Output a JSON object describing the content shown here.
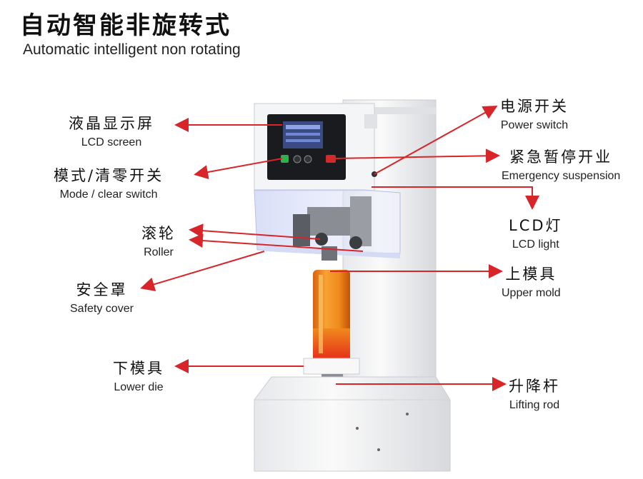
{
  "header": {
    "title_cn": "自动智能非旋转式",
    "title_en": "Automatic intelligent non rotating"
  },
  "labels": {
    "lcd_screen": {
      "cn": "液晶显示屏",
      "en": "LCD screen"
    },
    "mode_clear": {
      "cn": "模式/清零开关",
      "en": "Mode / clear switch"
    },
    "roller": {
      "cn": "滚轮",
      "en": "Roller"
    },
    "safety_cover": {
      "cn": "安全罩",
      "en": "Safety cover"
    },
    "lower_die": {
      "cn": "下模具",
      "en": "Lower die"
    },
    "power_switch": {
      "cn": "电源开关",
      "en": "Power switch"
    },
    "emergency": {
      "cn": "紧急暂停开业",
      "en": "Emergency suspension"
    },
    "lcd_light": {
      "cn": "LCD灯",
      "en": "LCD light"
    },
    "upper_mold": {
      "cn": "上模具",
      "en": "Upper mold"
    },
    "lifting_rod": {
      "cn": "升降杆",
      "en": "Lifting rod"
    }
  },
  "colors": {
    "arrow": "#d8252a",
    "machine_body": "#f2f3f5",
    "can_fill": "#f08a1c"
  }
}
